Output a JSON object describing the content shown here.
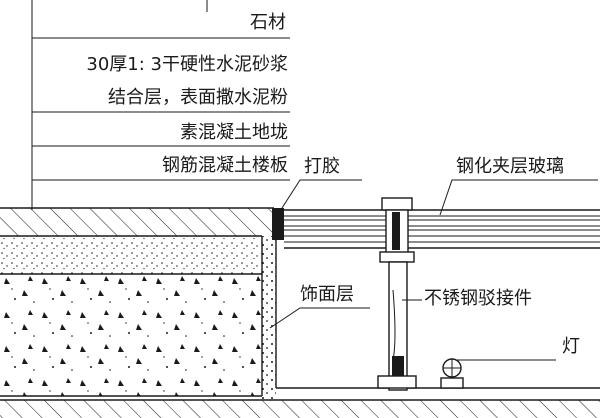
{
  "left_labels": [
    "石材",
    "30厚1: 3干硬性水泥砂浆",
    "结合层，表面撒水泥粉",
    "素混凝土地垅",
    "钢筋混凝土楼板"
  ],
  "callouts": {
    "sealant": "打胶",
    "glass": "钢化夹层玻璃",
    "finish": "饰面层",
    "fitting": "不锈钢驳接件",
    "lamp": "灯"
  },
  "colors": {
    "ink": "#1a1a1a",
    "paper": "#ffffff"
  }
}
